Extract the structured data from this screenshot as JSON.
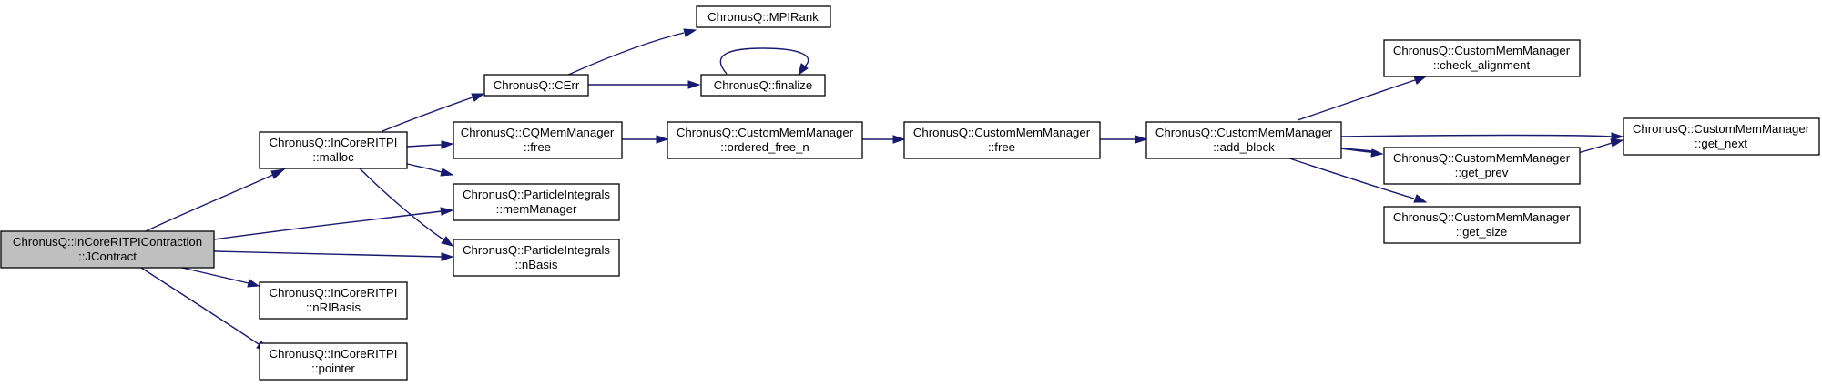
{
  "graph": {
    "nodes": {
      "jcontract": {
        "line1": "ChronusQ::InCoreRITPIContraction",
        "line2": "::JContract"
      },
      "malloc": {
        "line1": "ChronusQ::InCoreRITPI",
        "line2": "::malloc"
      },
      "nribasis": {
        "line1": "ChronusQ::InCoreRITPI",
        "line2": "::nRIBasis"
      },
      "pointer": {
        "line1": "ChronusQ::InCoreRITPI",
        "line2": "::pointer"
      },
      "cerr": {
        "line1": "ChronusQ::CErr"
      },
      "mpirank": {
        "line1": "ChronusQ::MPIRank"
      },
      "finalize": {
        "line1": "ChronusQ::finalize"
      },
      "cqfree": {
        "line1": "ChronusQ::CQMemManager",
        "line2": "::free"
      },
      "memmanager": {
        "line1": "ChronusQ::ParticleIntegrals",
        "line2": "::memManager"
      },
      "nbasis": {
        "line1": "ChronusQ::ParticleIntegrals",
        "line2": "::nBasis"
      },
      "orderedfree": {
        "line1": "ChronusQ::CustomMemManager",
        "line2": "::ordered_free_n"
      },
      "cmfree": {
        "line1": "ChronusQ::CustomMemManager",
        "line2": "::free"
      },
      "addblock": {
        "line1": "ChronusQ::CustomMemManager",
        "line2": "::add_block"
      },
      "checkalign": {
        "line1": "ChronusQ::CustomMemManager",
        "line2": "::check_alignment"
      },
      "getprev": {
        "line1": "ChronusQ::CustomMemManager",
        "line2": "::get_prev"
      },
      "getsize": {
        "line1": "ChronusQ::CustomMemManager",
        "line2": "::get_size"
      },
      "getnext": {
        "line1": "ChronusQ::CustomMemManager",
        "line2": "::get_next"
      }
    },
    "colors": {
      "edge": "#191970",
      "root_fill": "#bfbfbf",
      "node_fill": "#ffffff"
    }
  }
}
